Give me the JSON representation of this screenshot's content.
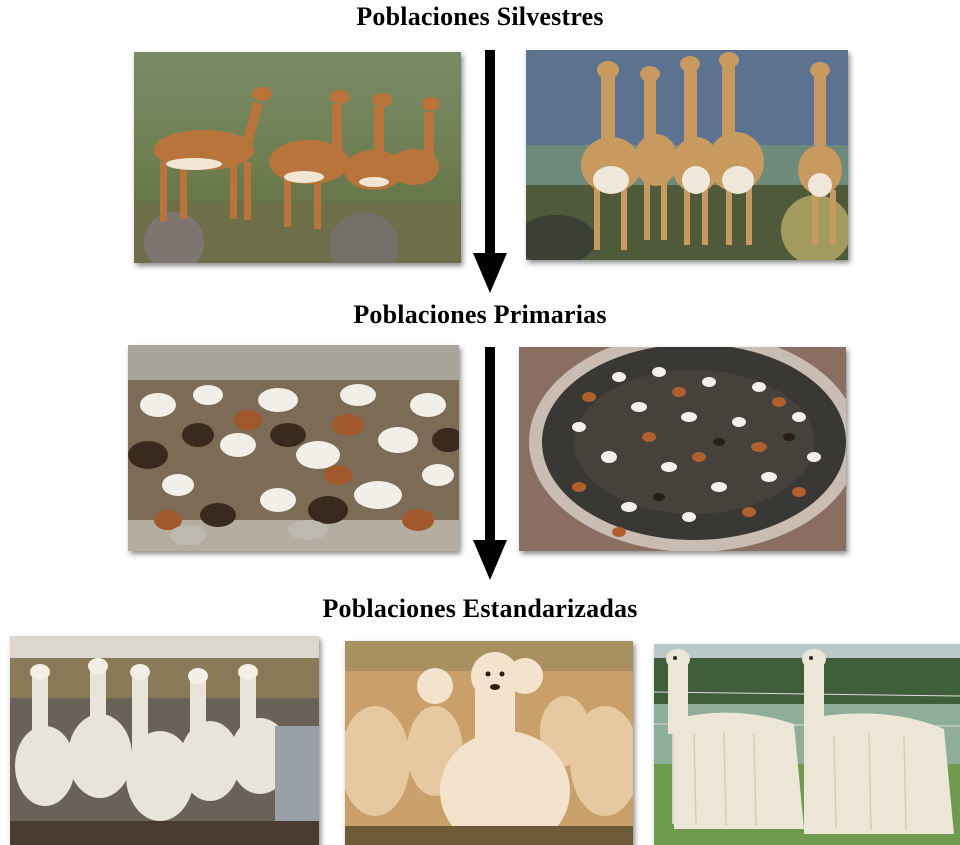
{
  "sections": {
    "wild": {
      "title": "Poblaciones Silvestres"
    },
    "primary": {
      "title": "Poblaciones Primarias"
    },
    "standardized": {
      "title": "Poblaciones Estandarizadas"
    }
  },
  "photos": [
    {
      "name": "photo-guanacos",
      "depicts": "guanaco herd on grassy hillside"
    },
    {
      "name": "photo-vicunas",
      "depicts": "vicuna group on puna"
    },
    {
      "name": "photo-mixed-llama-herd",
      "depicts": "crowded mixed camelid herd"
    },
    {
      "name": "photo-stone-corral",
      "depicts": "camelids inside circular stone corral"
    },
    {
      "name": "photo-white-alpacas-pen",
      "depicts": "white alpacas in pen"
    },
    {
      "name": "photo-huacaya-alpacas",
      "depicts": "fleecy huacaya alpacas"
    },
    {
      "name": "photo-suri-alpacas",
      "depicts": "two suri alpacas on grass"
    }
  ],
  "colors": {
    "arrow": "#000000",
    "text": "#000000"
  }
}
